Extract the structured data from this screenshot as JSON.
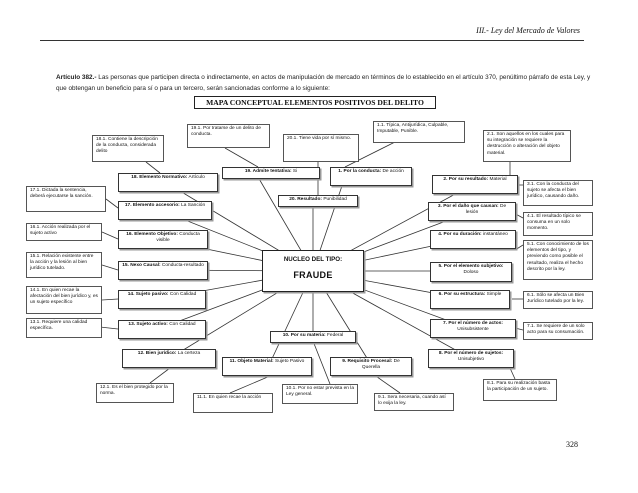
{
  "header": {
    "running_title": "III.- Ley del Mercado de Valores"
  },
  "article": {
    "label": "Artículo 382.-",
    "text": " Las personas que participen directa o indirectamente, en actos de manipulación de mercado en términos de lo establecido en el artículo 370, penúltimo párrafo de esta Ley, y que obtengan un beneficio para sí o para un tercero, serán sancionadas conforme a lo siguiente:"
  },
  "map_title": "MAPA CONCEPTUAL ELEMENTOS POSITIVOS DEL DELITO",
  "center": {
    "label": "NUCLEO DEL TIPO:",
    "value": "FRAUDE"
  },
  "elements": {
    "e1": {
      "label": "1. Por la conducta:",
      "value": " De acción"
    },
    "e2": {
      "label": "2. Por su resultado:",
      "value": " Material"
    },
    "e3": {
      "label": "3. Por el daño que causan:",
      "value": " De lesión"
    },
    "e4": {
      "label": "4. Por su duración:",
      "value": " instantáneo"
    },
    "e5": {
      "label": "5. Por el elemento subjetivo:",
      "value": " Doloso"
    },
    "e6": {
      "label": "6. Por su estructura:",
      "value": " Simple"
    },
    "e7": {
      "label": "7. Por el número de actos:",
      "value": " Unisubsistente"
    },
    "e8": {
      "label": "8. Por el número de sujetos:",
      "value": " Unisubjetivo"
    },
    "e9": {
      "label": "9. Requisito Procesal:",
      "value": " De Querella"
    },
    "e10": {
      "label": "10. Por su materia:",
      "value": " Federal"
    },
    "e11": {
      "label": "11. Objeto Material:",
      "value": " Sujeto Pasivo"
    },
    "e12": {
      "label": "12. Bien jurídico:",
      "value": " La certeza"
    },
    "e13": {
      "label": "13. Sujeto activo:",
      "value": " Con Calidad"
    },
    "e14": {
      "label": "14. Sujeto pasivo:",
      "value": " Con Calidad"
    },
    "e15": {
      "label": "15. Nexo Causal:",
      "value": " Conducta-resultado"
    },
    "e16": {
      "label": "16. Elemento Objetivo:",
      "value": " Conducta visible"
    },
    "e17": {
      "label": "17. Elemento accesorio:",
      "value": " La Sanción"
    },
    "e18": {
      "label": "18. Elemento Normativo:",
      "value": " Artículo"
    },
    "e19": {
      "label": "19. Admite tentativa:",
      "value": " Si"
    },
    "e20": {
      "label": "20. Resultado:",
      "value": " Punibilidad"
    }
  },
  "notes": {
    "n1_1": "1.1. Típica, Antijurídica, Culpable, Imputable, Punible.",
    "n2_1": "2.1. Son aquellos en los cuales para su integración se requiere la destrucción o alteración del objeto material.",
    "n3_1": "3.1. Con la conducta del sujeto se afecta el bien jurídico, causando daño.",
    "n4_1": "4.1. El resultado típico se consuma en un solo momento.",
    "n5_1": "5.1. Con conocimiento de los elementos del tipo, y previendo como posible el resultado, realiza el hecho descrito por la ley.",
    "n6_1": "6.1. Sólo se afecta un Bien Jurídico tutelado por la ley.",
    "n7_1": "7.1. Se requiere de un solo acto para su consumación.",
    "n8_1": "8.1. Para su realización basta la participación de un sujeto.",
    "n9_1": "9.1. Sera necesaria, cuando así lo exija la ley.",
    "n10_1": "10.1. Por no estar prevista en la Ley general.",
    "n11_1": "11.1. En quien recae la acción",
    "n12_1": "12.1. Es el bien protegido por la norma.",
    "n13_1": "13.1. Requiere una calidad específica.",
    "n14_1": "14.1. En quien recae la afectación del bien jurídico y, es un sujeto específico",
    "n15_1": "15.1. Relación existente entre la acción y la lesión al bien jurídico tutelado.",
    "n16_1": "16.1. Acción realizada por el sujeto activo",
    "n17_1": "17.1. Dictada la sentencia, deberá ejecutarse la sanción.",
    "n18_1": "18.1. Contiene la descripción de la conducta, considerada delito",
    "n19_1": "19.1. Por tratarse de un delito de conducta.",
    "n20_1": "20.1. Tiene vida por sí mismo."
  },
  "page_number": "328"
}
